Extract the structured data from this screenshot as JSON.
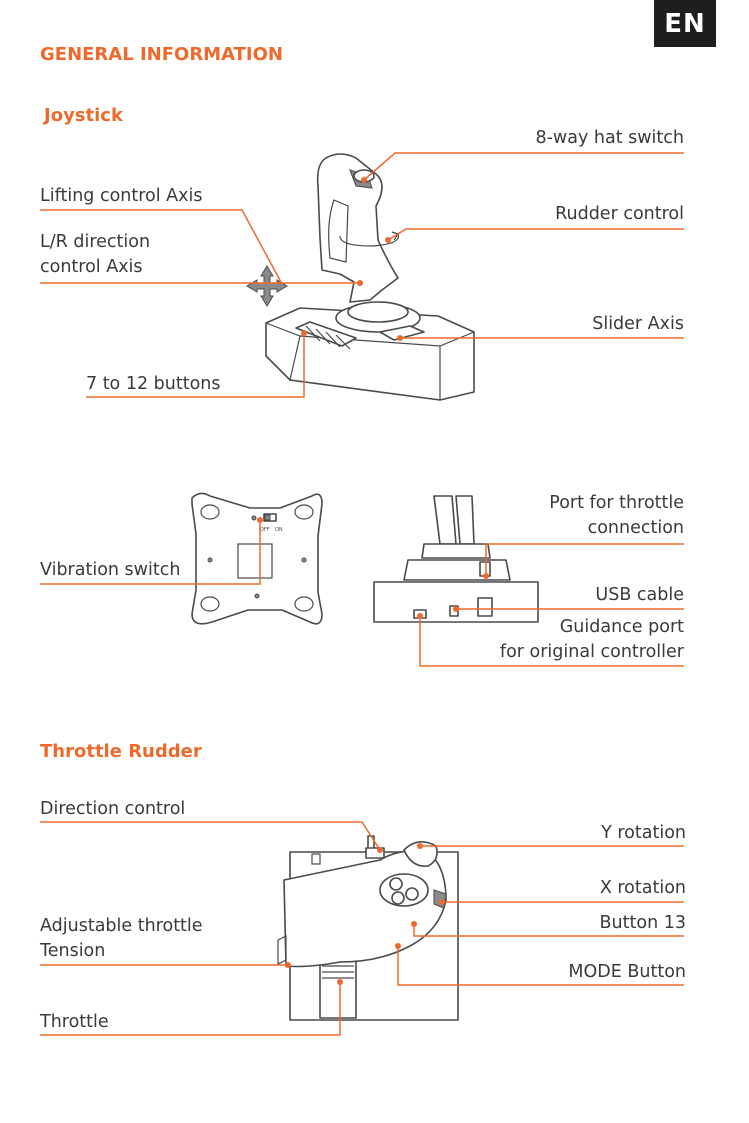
{
  "badge": "EN",
  "sections": {
    "general": "GENERAL INFORMATION",
    "joystick": "Joystick",
    "throttle": "Throttle Rudder"
  },
  "joystick_labels": {
    "hat_switch": "8-way hat switch",
    "lifting_axis": "Lifting control Axis",
    "lr_direction_1": "L/R direction",
    "lr_direction_2": "control Axis",
    "rudder_control": "Rudder control",
    "slider_axis": "Slider Axis",
    "buttons": "7 to 12 buttons"
  },
  "base_labels": {
    "port_throttle_1": "Port for throttle",
    "port_throttle_2": "connection",
    "vibration_switch": "Vibration switch",
    "usb_cable": "USB cable",
    "guidance_port_1": "Guidance port",
    "guidance_port_2": "for original controller",
    "switch_off": "OFF",
    "switch_on": "ON"
  },
  "throttle_labels": {
    "direction_control": "Direction control",
    "y_rotation": "Y rotation",
    "x_rotation": "X rotation",
    "button_13": "Button 13",
    "adjustable_1": "Adjustable throttle",
    "adjustable_2": "Tension",
    "mode_button": "MODE Button",
    "throttle": "Throttle"
  },
  "colors": {
    "accent": "#ee6a2c",
    "badge_bg": "#1e1e1e",
    "text": "#3a3a3a"
  }
}
